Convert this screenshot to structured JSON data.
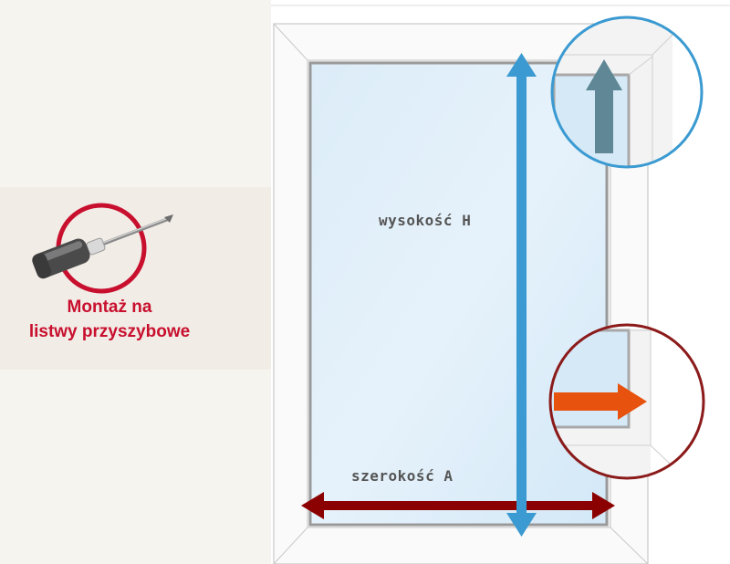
{
  "mount": {
    "line1": "Montaż na",
    "line2": "listwy przyszybowe",
    "icon": "screwdriver-icon",
    "accent_color": "#c8102e"
  },
  "dimensions": {
    "height_label": "wysokość H",
    "width_label": "szerokość A",
    "height_arrow_color": "#3a9ad1",
    "width_arrow_color": "#8b0000"
  },
  "details": {
    "top_detail": {
      "icon": "arrow-up-icon",
      "ring_color": "#3a9ad1",
      "arrow_color": "#5f8795"
    },
    "side_detail": {
      "icon": "arrow-right-icon",
      "ring_color": "#8b1a1a",
      "arrow_color": "#e8520f"
    }
  }
}
